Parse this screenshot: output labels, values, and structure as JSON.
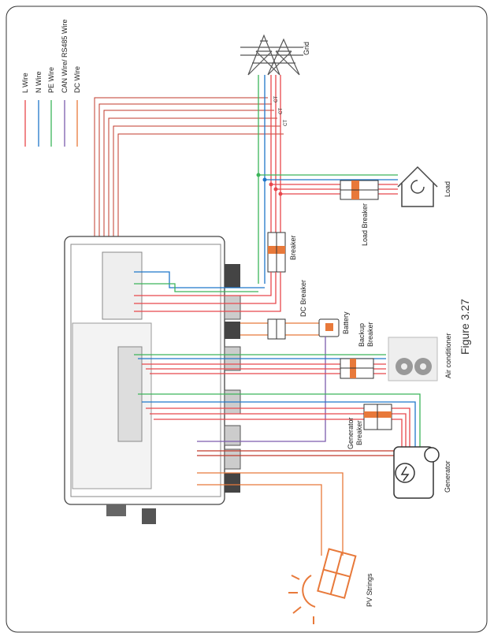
{
  "legend": [
    {
      "label": "L Wire",
      "color": "#e8474c"
    },
    {
      "label": "N Wire",
      "color": "#1f77c9"
    },
    {
      "label": "PE Wire",
      "color": "#3cb55a"
    },
    {
      "label": "CAN Wire/ RS485 Wire",
      "color": "#7d5cae"
    },
    {
      "label": "DC Wire",
      "color": "#e8793a"
    }
  ],
  "labels": {
    "grid": "Grid",
    "ct": "CT",
    "load": "Load",
    "load_breaker": "Load Breaker",
    "breaker": "Breaker",
    "dc_breaker": "DC Breaker",
    "battery": "Battery",
    "backup_breaker_1": "Backup",
    "backup_breaker_2": "Breaker",
    "air_conditioner": "Air conditioner",
    "generator_breaker_1": "Generator",
    "generator_breaker_2": "Breaker",
    "generator": "Generator",
    "pv_strings": "PV Strings"
  },
  "caption": "Figure 3.27"
}
